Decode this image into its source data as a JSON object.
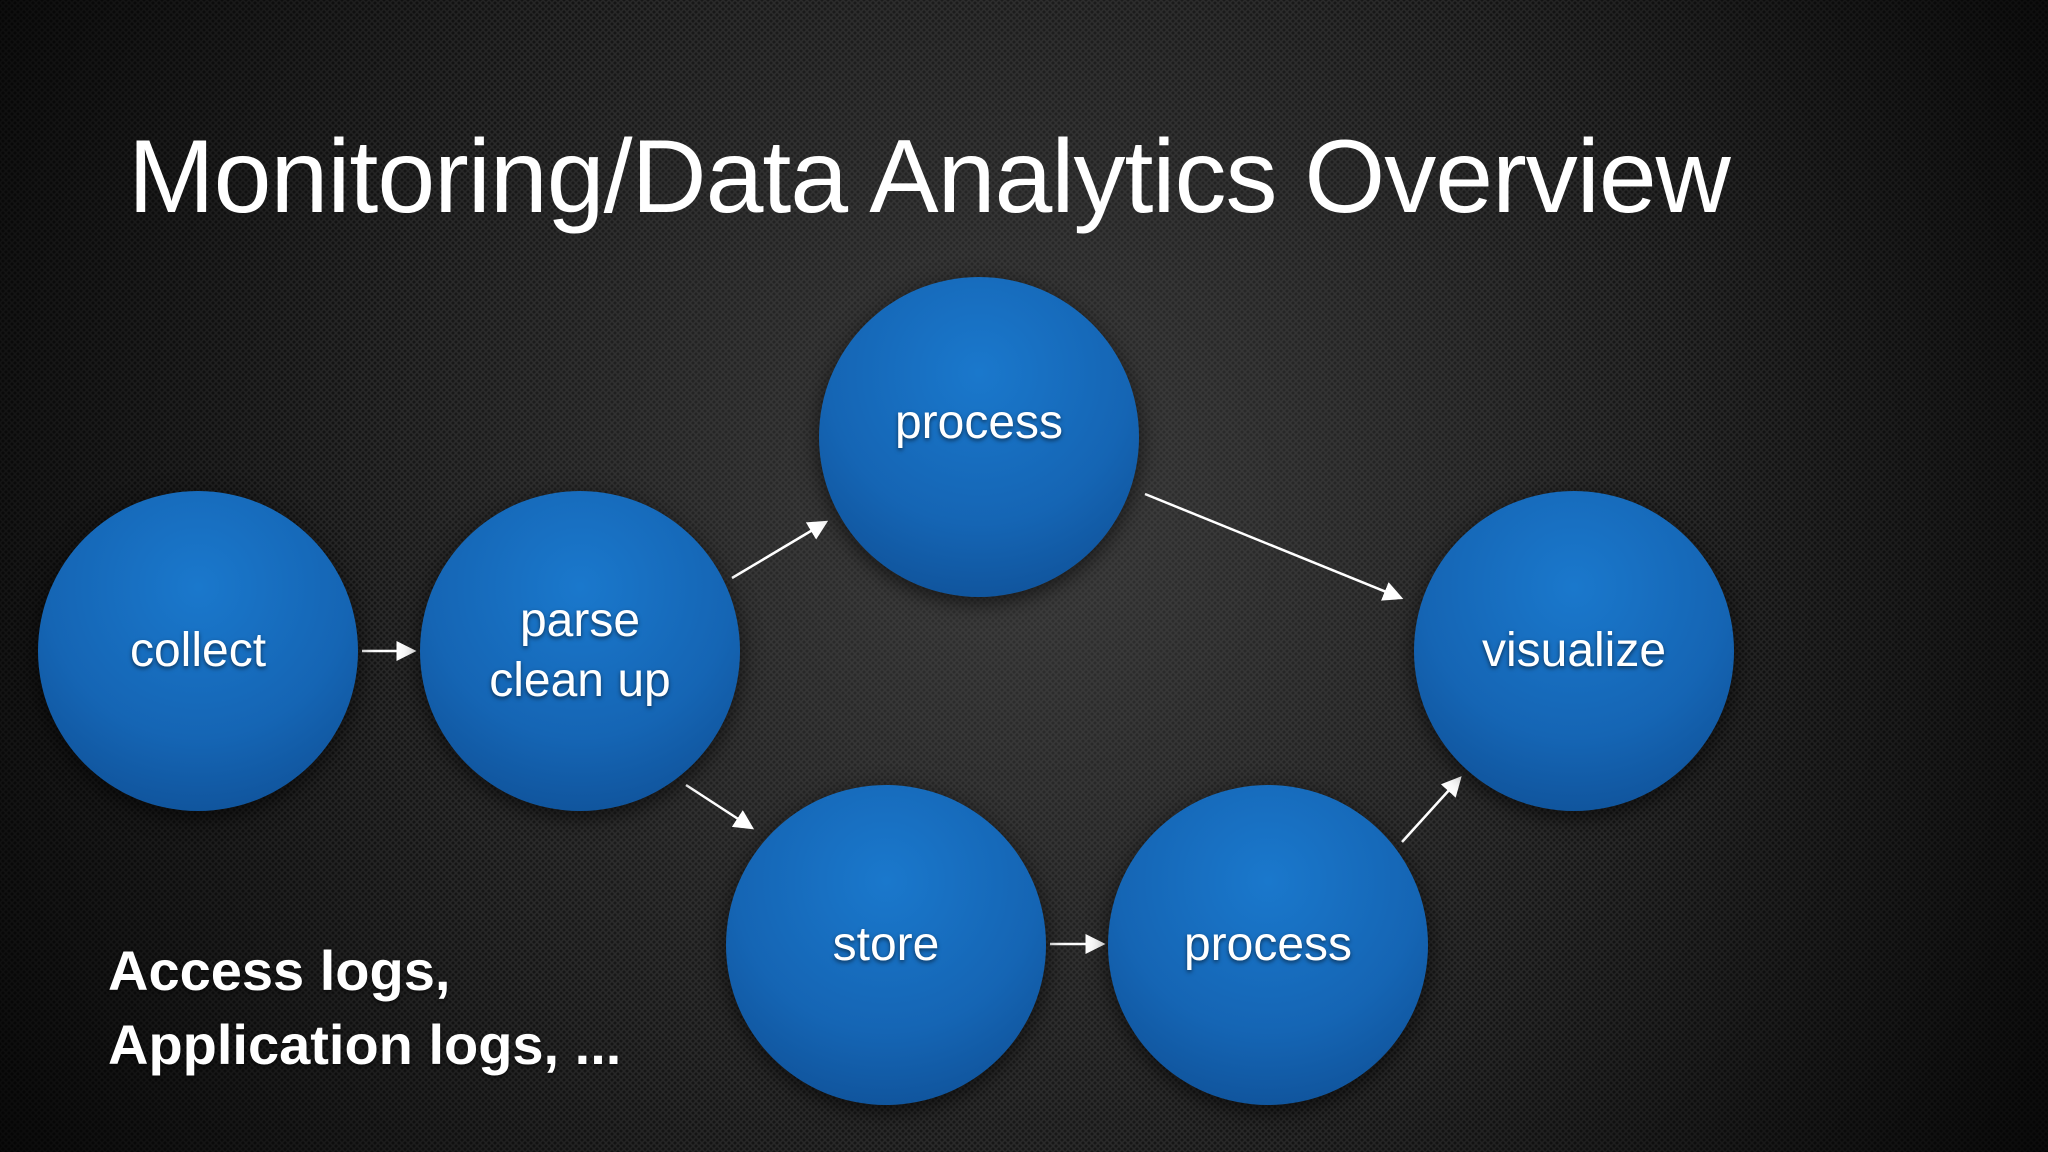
{
  "slide": {
    "title": "Monitoring/Data Analytics Overview"
  },
  "diagram": {
    "nodes": [
      {
        "id": "collect",
        "label": "collect"
      },
      {
        "id": "parse",
        "label": "parse\nclean up"
      },
      {
        "id": "process_top",
        "label": "process"
      },
      {
        "id": "store",
        "label": "store"
      },
      {
        "id": "process_bottom",
        "label": "process"
      },
      {
        "id": "visualize",
        "label": "visualize"
      }
    ],
    "edges": [
      {
        "from": "collect",
        "to": "parse"
      },
      {
        "from": "parse",
        "to": "process_top"
      },
      {
        "from": "parse",
        "to": "store"
      },
      {
        "from": "process_top",
        "to": "visualize"
      },
      {
        "from": "store",
        "to": "process_bottom"
      },
      {
        "from": "process_bottom",
        "to": "visualize"
      }
    ],
    "node_color": "#1565b4",
    "arrow_color": "#ffffff"
  },
  "note": {
    "line1": "Access logs,",
    "line2": "Application logs, ..."
  }
}
